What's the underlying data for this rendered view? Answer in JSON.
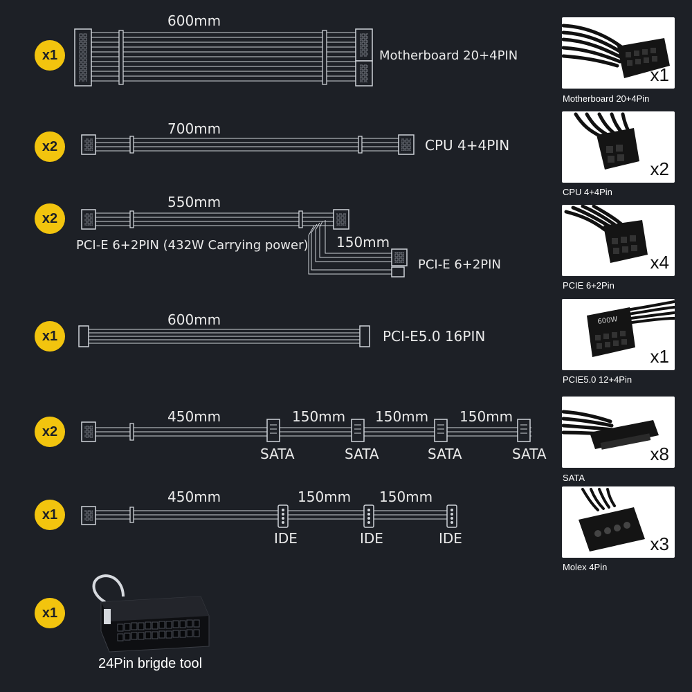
{
  "cables": [
    {
      "qty": "x1",
      "length": "600mm",
      "label": "Motherboard 20+4PIN"
    },
    {
      "qty": "x2",
      "length": "700mm",
      "label": "CPU 4+4PIN"
    },
    {
      "qty": "x2",
      "length": "550mm",
      "label": "PCI-E 6+2PIN (432W Carrying power)",
      "branch_length": "150mm",
      "branch_label": "PCI-E 6+2PIN"
    },
    {
      "qty": "x1",
      "length": "600mm",
      "label": "PCI-E5.0 16PIN"
    },
    {
      "qty": "x2",
      "length": "450mm",
      "segments": [
        "150mm",
        "150mm",
        "150mm"
      ],
      "connector": "SATA"
    },
    {
      "qty": "x1",
      "length": "450mm",
      "segments": [
        "150mm",
        "150mm"
      ],
      "connector": "IDE"
    },
    {
      "qty": "x1",
      "label": "24Pin brigde tool"
    }
  ],
  "panels": [
    {
      "qty": "x1",
      "caption": "Motherboard 20+4Pin"
    },
    {
      "qty": "x2",
      "caption": "CPU 4+4Pin"
    },
    {
      "qty": "x4",
      "caption": "PCIE 6+2Pin"
    },
    {
      "qty": "x1",
      "caption": "PCIE5.0 12+4Pin",
      "marking": "600W"
    },
    {
      "qty": "x8",
      "caption": "SATA"
    },
    {
      "qty": "x3",
      "caption": "Molex 4Pin"
    }
  ],
  "colors": {
    "background": "#1d2026",
    "badge": "#f2c40e",
    "cable": "#cfd3d8",
    "panel": "#ffffff"
  }
}
